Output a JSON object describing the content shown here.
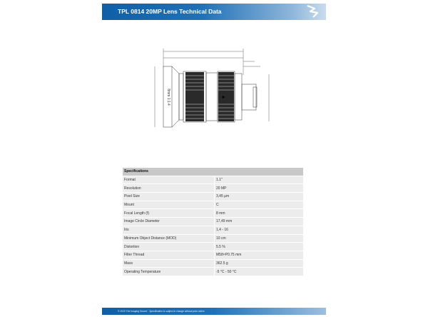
{
  "header": {
    "title": "TPL 0814 20MP Lens Technical Data",
    "logo_icon": "seal-logo-icon"
  },
  "drawing": {
    "lens_label": "8mm 1:1.4"
  },
  "specs": {
    "heading": "Specifications",
    "rows": [
      {
        "label": "Format",
        "value": "1.1\""
      },
      {
        "label": "Resolution",
        "value": "20 MP"
      },
      {
        "label": "Pixel Size",
        "value": "3,45 µm"
      },
      {
        "label": "Mount",
        "value": "C"
      },
      {
        "label": "Focal Length (f)",
        "value": "8 mm"
      },
      {
        "label": "Image Circle Diameter",
        "value": "17,49 mm"
      },
      {
        "label": "Iris",
        "value": "1,4 - 16"
      },
      {
        "label": "Minimum Object Distance (MOD)",
        "value": "10 cm"
      },
      {
        "label": "Distortion",
        "value": "5.5 %"
      },
      {
        "label": "Filter Thread",
        "value": "M58×P0.75 mm"
      },
      {
        "label": "Mass",
        "value": "362.5 g"
      },
      {
        "label": "Operating Temperature",
        "value": "-5 °C - 50 °C"
      }
    ]
  },
  "footer": {
    "text": "© 2020 The Imaging Source · Specification is subject to change without prior notice."
  },
  "colors": {
    "brand_blue": "#1f72b8"
  }
}
